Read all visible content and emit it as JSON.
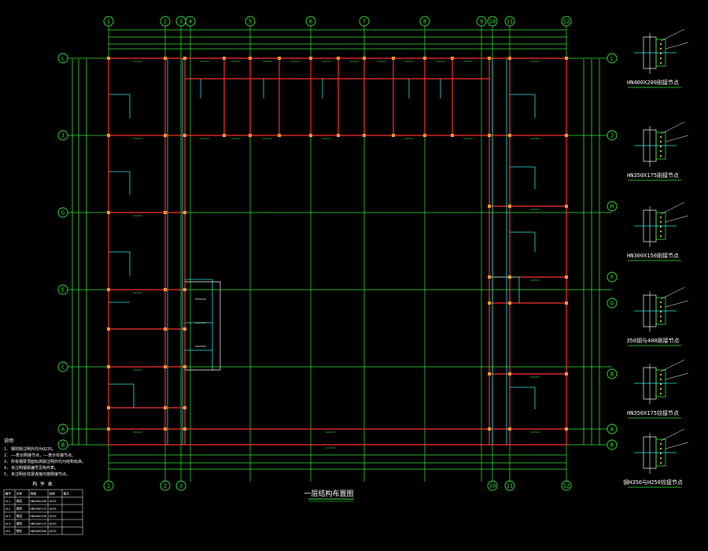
{
  "plan": {
    "title": "一层结构布置图",
    "grid_top": [
      "1",
      "2",
      "3",
      "4",
      "5",
      "6",
      "7",
      "8",
      "9",
      "10",
      "11",
      "12"
    ],
    "grid_bottom": [
      "1",
      "2",
      "3",
      "10",
      "11",
      "12"
    ],
    "grid_rows": [
      "L",
      "J",
      "G",
      "E",
      "C",
      "A",
      "B"
    ],
    "grid_rows_right": [
      "L",
      "J",
      "H",
      "F",
      "D",
      "B",
      "A",
      "B"
    ]
  },
  "details": [
    {
      "caption": "HN400X200刚接节点"
    },
    {
      "caption": "HN350X175刚接节点"
    },
    {
      "caption": "HN300X150刚接节点"
    },
    {
      "caption": "350钢与400刚接节点"
    },
    {
      "caption": "HN350X175铰接节点"
    },
    {
      "caption": "钢H350与H250铰接节点"
    }
  ],
  "notes": {
    "heading": "说明",
    "lines": [
      "1. 钢材除注明外均为Q235。",
      "2. ——表示刚接节点，——表示铰接节点。",
      "3. 所有钢梁顶面标高除注明外均为结构标高。",
      "4. 未注明钢梁编号见构件表。",
      "5. 未注明处柱梁连接均按刚接节点。"
    ]
  },
  "table": {
    "title": "构 件 表",
    "headers": [
      "编号",
      "名称",
      "规格",
      "材质",
      "备注"
    ],
    "rows": [
      [
        "GL1",
        "钢梁",
        "HN400X200",
        "Q235",
        ""
      ],
      [
        "GL2",
        "钢梁",
        "HN350X175",
        "Q235",
        ""
      ],
      [
        "GL3",
        "钢梁",
        "HN300X150",
        "Q235",
        ""
      ],
      [
        "GL4",
        "钢梁",
        "HN250X125",
        "Q235",
        ""
      ],
      [
        "GZ1",
        "钢柱",
        "HW300X300",
        "Q235",
        ""
      ]
    ]
  },
  "colors": {
    "grid": "#38e838",
    "beam": "#ff3030",
    "secondary": "#30e8e8",
    "text": "#ffffff",
    "column": "#ffff40"
  }
}
